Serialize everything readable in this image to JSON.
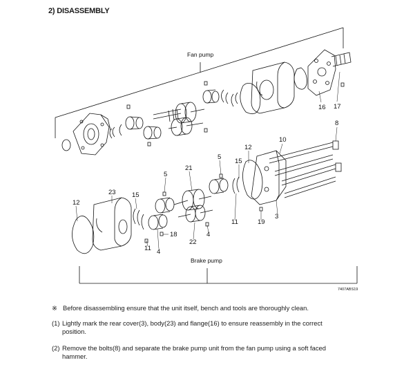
{
  "heading": "2) DISASSEMBLY",
  "diagram": {
    "fan_pump_label": "Fan pump",
    "brake_pump_label": "Brake pump",
    "figure_code": "7407ABS19",
    "callouts": {
      "c16": "16",
      "c17": "17",
      "c8": "8",
      "c10": "10",
      "c12_top": "12",
      "c15_top": "15",
      "c5_top": "5",
      "c21": "21",
      "c5_mid": "5",
      "c23": "23",
      "c15_left": "15",
      "c12_left": "12",
      "c11_left": "11",
      "c4_left": "4",
      "c18": "18",
      "c22": "22",
      "c4_mid": "4",
      "c11_right": "11",
      "c19": "19",
      "c3": "3"
    }
  },
  "notes": {
    "caution_mark": "※",
    "caution_text": "Before disassembling ensure that the unit itself, bench and tools are thoroughly clean.",
    "step1_num": "(1)",
    "step1_line1": "Lightly mark the rear cover(3), body(23) and flange(16) to ensure reassembly in the correct",
    "step1_line2": "position.",
    "step2_num": "(2)",
    "step2_line1": "Remove the bolts(8) and separate the brake pump unit from the fan pump using a soft faced",
    "step2_line2": "hammer."
  }
}
